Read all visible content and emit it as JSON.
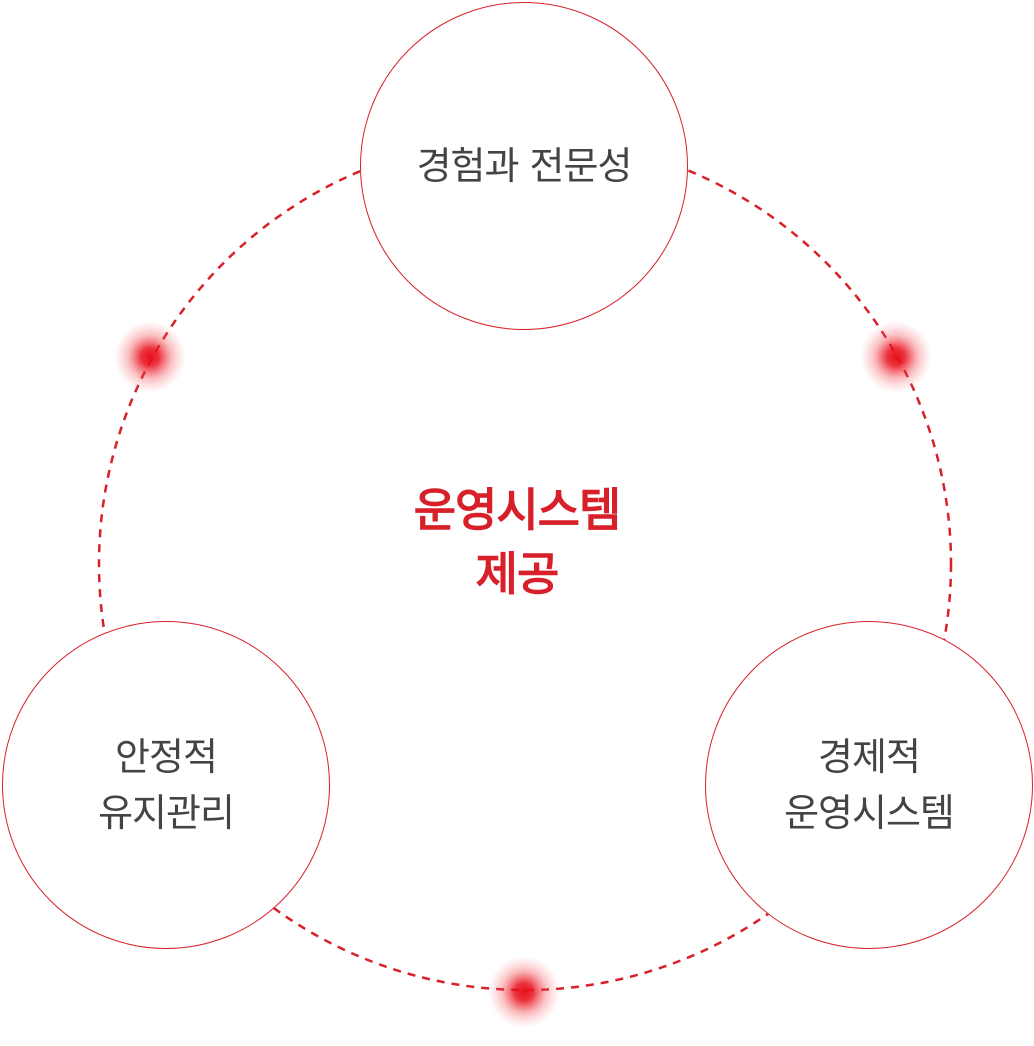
{
  "center": {
    "line1": "운영시스템",
    "line2": "제공"
  },
  "nodes": {
    "top": {
      "line1": "경험과 전문성"
    },
    "left": {
      "line1": "안정적",
      "line2": "유지관리"
    },
    "right": {
      "line1": "경제적",
      "line2": "운영시스템"
    }
  },
  "colors": {
    "accent": "#d8202a",
    "text": "#444444",
    "background": "#ffffff"
  }
}
